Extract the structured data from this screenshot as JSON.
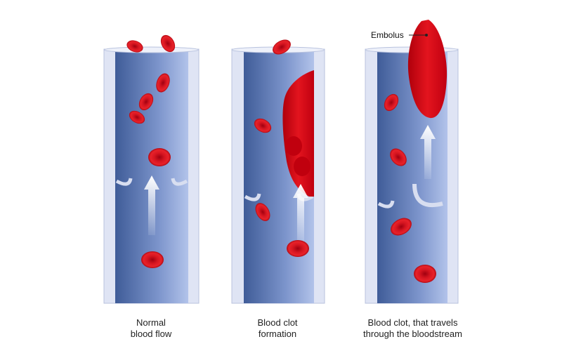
{
  "panels": [
    {
      "label_line1": "Normal",
      "label_line2": "blood flow"
    },
    {
      "label_line1": "Blood clot",
      "label_line2": "formation"
    },
    {
      "label_line1": "Blood clot, that travels",
      "label_line2": "through the bloodstream"
    }
  ],
  "annotation": {
    "embolus": "Embolus"
  },
  "colors": {
    "wall": "#dfe4f4",
    "lumen_dark": "#3f5d9a",
    "lumen_light": "#a9bce6",
    "blood": "#d0101a"
  }
}
